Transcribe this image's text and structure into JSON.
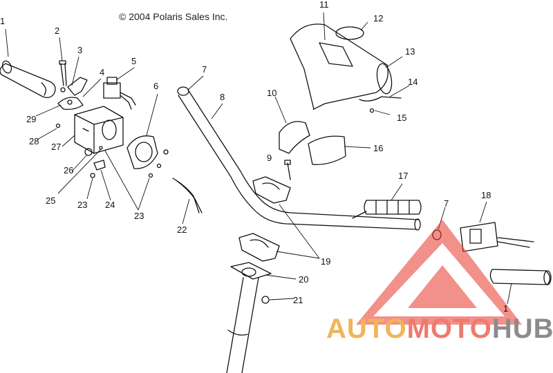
{
  "header": {
    "copyright": "© 2004 Polaris Sales Inc."
  },
  "callouts": [
    "1",
    "2",
    "3",
    "4",
    "5",
    "6",
    "7",
    "8",
    "9",
    "10",
    "11",
    "12",
    "13",
    "14",
    "15",
    "16",
    "17",
    "18",
    "19",
    "20",
    "21",
    "22",
    "23",
    "24",
    "25",
    "26",
    "27",
    "28",
    "29",
    "7",
    "1",
    "23"
  ],
  "watermark": {
    "part1": "AUTO",
    "part2": "MOTO",
    "part3": "HUB"
  },
  "colors": {
    "line": "#111111",
    "watermark_red": "#e8342a",
    "watermark_orange": "#f0b45a",
    "watermark_gray": "#8c8c8c"
  }
}
